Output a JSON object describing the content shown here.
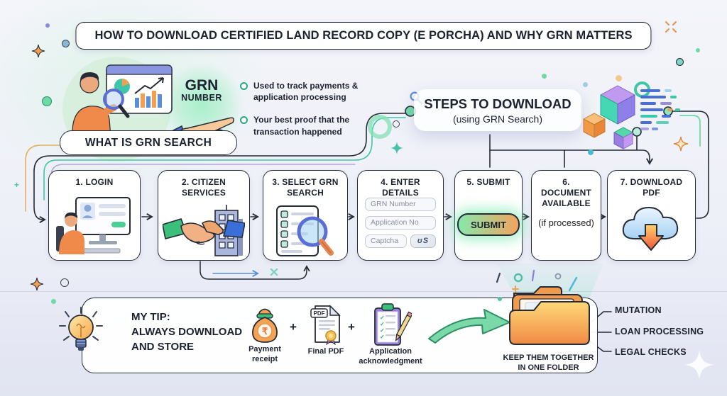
{
  "title": "HOW TO DOWNLOAD CERTIFIED LAND RECORD COPY (E PORCHA) AND WHY GRN MATTERS",
  "grn_section": {
    "heading": "WHAT IS GRN SEARCH",
    "badge": {
      "line1": "GRN",
      "line2": "NUMBER"
    },
    "bullets": [
      "Used to track payments & application processing",
      "Your best proof that the transaction happened"
    ]
  },
  "steps_header": {
    "title": "STEPS TO DOWNLOAD",
    "subtitle": "(using GRN Search)"
  },
  "steps": [
    {
      "title": "1. LOGIN"
    },
    {
      "title": "2. CITIZEN SERVICES"
    },
    {
      "title": "3. SELECT GRN SEARCH"
    },
    {
      "title": "4. ENTER DETAILS",
      "fields": {
        "grn": "GRN Number",
        "app": "Application No",
        "captcha": "Captcha",
        "captcha_code": "ʊS"
      }
    },
    {
      "title": "5. SUBMIT",
      "button": "SUBMIT"
    },
    {
      "title": "6. DOCUMENT AVAILABLE",
      "note": "(if processed)"
    },
    {
      "title": "7. DOWNLOAD PDF"
    }
  ],
  "tip_section": {
    "heading": "MY TIP:\nALWAYS DOWNLOAD\nAND STORE",
    "plus": "+",
    "rupee": "₹",
    "pdf_badge": "PDF",
    "items": [
      {
        "label": "Payment receipt"
      },
      {
        "label": "Final PDF"
      },
      {
        "label": "Application acknowledgment"
      }
    ],
    "folder_caption": "KEEP THEM TOGETHER\nIN ONE FOLDER",
    "uses": [
      "MUTATION",
      "LOAN PROCESSING",
      "LEGAL CHECKS"
    ]
  },
  "colors": {
    "accent_green": "#3ec6a8",
    "accent_orange": "#f0944e",
    "accent_blue": "#4a6fd4",
    "accent_purple": "#9b8fd4",
    "ink": "#262b38"
  }
}
